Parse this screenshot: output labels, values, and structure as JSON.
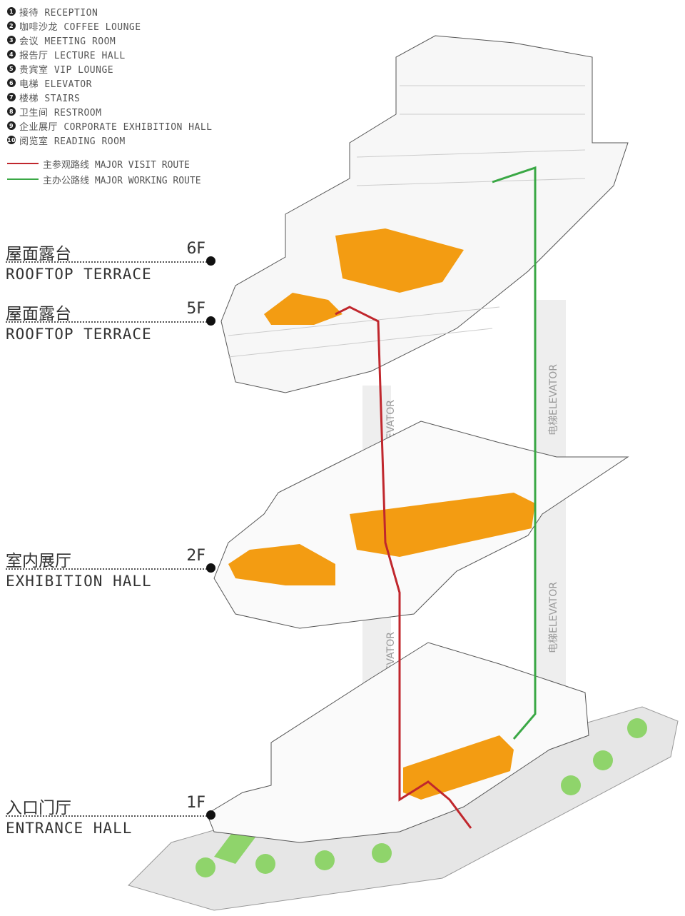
{
  "legend": {
    "items": [
      {
        "n": "1",
        "label": "接待 RECEPTION"
      },
      {
        "n": "2",
        "label": "咖啡沙龙 COFFEE LOUNGE"
      },
      {
        "n": "3",
        "label": "会议 MEETING ROOM"
      },
      {
        "n": "4",
        "label": "报告厅 LECTURE HALL"
      },
      {
        "n": "5",
        "label": "贵宾室 VIP LOUNGE"
      },
      {
        "n": "6",
        "label": "电梯 ELEVATOR"
      },
      {
        "n": "7",
        "label": "楼梯 STAIRS"
      },
      {
        "n": "8",
        "label": "卫生间 RESTROOM"
      },
      {
        "n": "9",
        "label": "企业展厅 CORPORATE EXHIBITION HALL"
      },
      {
        "n": "10",
        "label": "阅览室 READING ROOM"
      }
    ],
    "routes": [
      {
        "label": "主参观路线 MAJOR VISIT ROUTE",
        "color": "#c0272d"
      },
      {
        "label": "主办公路线 MAJOR WORKING ROUTE",
        "color": "#3aa845"
      }
    ]
  },
  "floors": [
    {
      "cn": "屋面露台",
      "level": "6F",
      "en": "ROOFTOP TERRACE"
    },
    {
      "cn": "屋面露台",
      "level": "5F",
      "en": "ROOFTOP TERRACE"
    },
    {
      "cn": "室内展厅",
      "level": "2F",
      "en": "EXHIBITION HALL"
    },
    {
      "cn": "入口门厅",
      "level": "1F",
      "en": "ENTRANCE HALL"
    }
  ],
  "elevator_label": "电梯ELEVATOR",
  "colors": {
    "highlight": "#f39c12",
    "visit": "#c0272d",
    "work": "#3aa845"
  }
}
